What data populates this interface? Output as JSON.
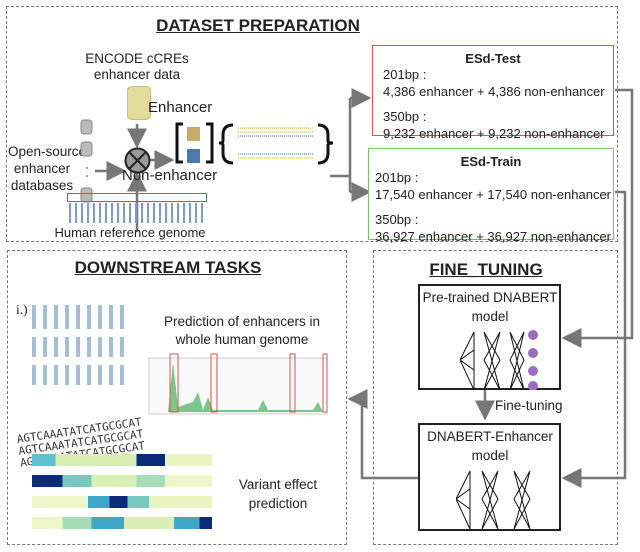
{
  "dataset_preparation": {
    "title": "DATASET PREPARATION",
    "encode_label": "ENCODE cCREs enhancer data",
    "encode_line1": "ENCODE cCREs",
    "encode_line2": "enhancer data",
    "open_source_line1": "Open-source",
    "open_source_line2": "enhancer",
    "open_source_line3": "databases",
    "enhancer_label": "Enhancer",
    "non_enhancer_label": "Non-enhancer",
    "genome_label": "Human reference genome",
    "esd_test": {
      "title": "ESd-Test",
      "len1": "201bp :",
      "counts1": "4,386 enhancer + 4,386 non-enhancer",
      "len2": "350bp :",
      "counts2": "9,232 enhancer + 9,232 non-enhancer",
      "border_color": "#d9534f"
    },
    "esd_train": {
      "title": "ESd-Train",
      "len1": "201bp :",
      "counts1": "17,540 enhancer + 17,540 non-enhancer",
      "len2": "350bp :",
      "counts2": "36,927 enhancer + 36,927 non-enhancer",
      "border_color": "#7cc46a"
    }
  },
  "downstream": {
    "title": "DOWNSTREAM TASKS",
    "marker": "i.)",
    "task1_line1": "Prediction of enhancers in",
    "task1_line2": "whole human genome",
    "task2_line1": "Variant effect",
    "task2_line2": "prediction",
    "dna_text": "AGTCAAATATCATGCGCAT"
  },
  "fine_tuning": {
    "title": "FINE_TUNING",
    "pretrained_line1": "Pre-trained DNABERT",
    "pretrained_line2": "model",
    "arrow_label": "Fine-tuning",
    "enhancer_model_line1": "DNABERT-Enhancer",
    "enhancer_model_line2": "model",
    "node_color": "#9b6fc0"
  }
}
